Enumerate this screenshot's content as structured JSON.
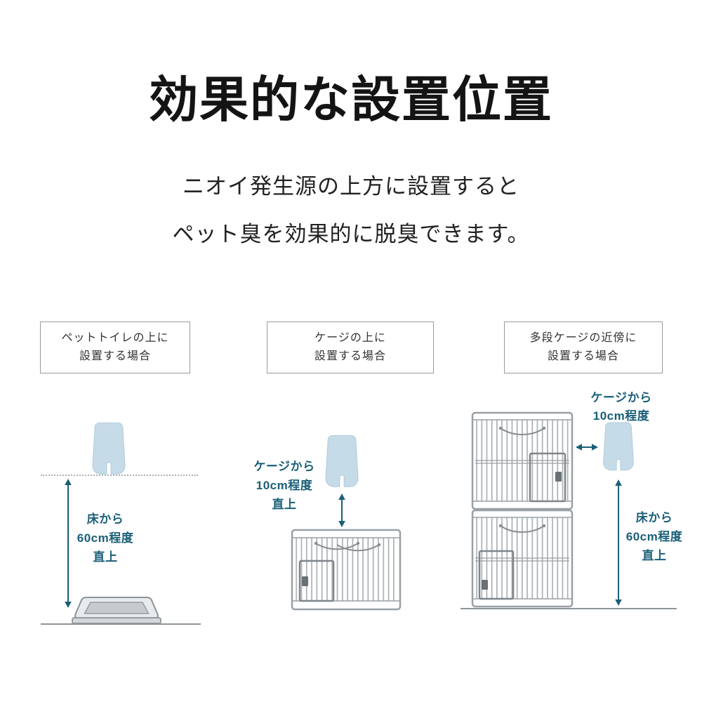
{
  "page": {
    "title": "効果的な設置位置",
    "subtitle_line1": "ニオイ発生源の上方に設置すると",
    "subtitle_line2": "ペット臭を効果的に脱臭できます。"
  },
  "colors": {
    "accent_teal": "#1a5f78",
    "device_blue": "#c6dbe8",
    "cage_line_gray": "#9aa0a5",
    "title_black": "#141414"
  },
  "icons": {
    "device": "deodorizer-device-icon",
    "toilet": "pet-toilet-icon",
    "cage": "pet-cage-icon",
    "multi_cage": "multi-level-cage-icon"
  },
  "columns": [
    {
      "id": "pet-toilet",
      "header_line1": "ペットトイレの上に",
      "header_line2": "設置する場合",
      "floor_measure_line1": "床から",
      "floor_measure_line2": "60cm程度",
      "floor_measure_line3": "直上"
    },
    {
      "id": "cage-top",
      "header_line1": "ケージの上に",
      "header_line2": "設置する場合",
      "cage_measure_line1": "ケージから",
      "cage_measure_line2": "10cm程度",
      "cage_measure_line3": "直上"
    },
    {
      "id": "multi-cage",
      "header_line1": "多段ケージの近傍に",
      "header_line2": "設置する場合",
      "cage_measure_line1": "ケージから",
      "cage_measure_line2": "10cm程度",
      "floor_measure_line1": "床から",
      "floor_measure_line2": "60cm程度",
      "floor_measure_line3": "直上"
    }
  ]
}
